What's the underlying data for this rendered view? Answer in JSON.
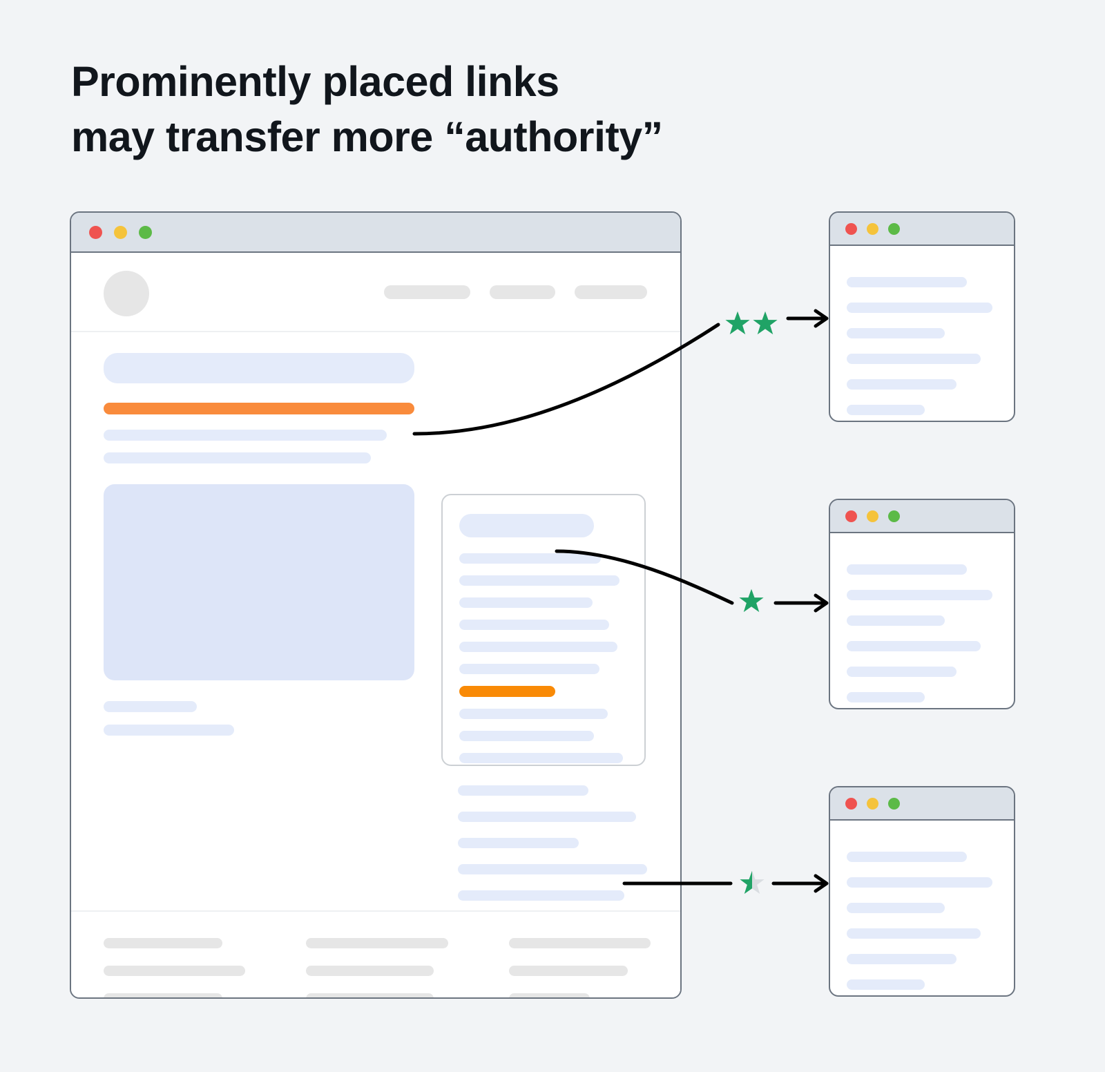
{
  "headline": "Prominently placed links\nmay transfer more “authority”",
  "colors": {
    "page_background": "#f2f4f6",
    "window_border": "#6b7480",
    "titlebar": "#dbe1e8",
    "dot_red": "#ef5350",
    "dot_yellow": "#f5c33b",
    "dot_green": "#5cba47",
    "skeleton_blue": "#e4ebfa",
    "skeleton_blue_deep": "#dde5f8",
    "skeleton_gray": "#e6e6e6",
    "link_orange_light": "#f98b3c",
    "link_orange_deep": "#f98a06",
    "star_green": "#20a366",
    "star_empty": "#d9dde1",
    "connector": "#000000"
  },
  "main_window": {
    "traffic_lights": [
      "close-dot",
      "minimize-dot",
      "maximize-dot"
    ],
    "nav": {
      "logo": "logo-placeholder",
      "pill_widths": [
        125,
        95,
        105
      ]
    },
    "article": {
      "title_placeholder": "article-title-placeholder",
      "link_placeholder": "prominent-link-placeholder",
      "body_line_widths": [
        "91%",
        "86%"
      ],
      "image_placeholder": "article-image-placeholder",
      "caption_line_widths": [
        "30%",
        "42%"
      ]
    },
    "sidebar_card": {
      "title_width": "80%",
      "lines": [
        {
          "width": "84%",
          "type": "text"
        },
        {
          "width": "95%",
          "type": "text"
        },
        {
          "width": "79%",
          "type": "text"
        },
        {
          "width": "89%",
          "type": "text"
        },
        {
          "width": "94%",
          "type": "text"
        },
        {
          "width": "83%",
          "type": "text"
        },
        {
          "width": "57%",
          "type": "link"
        },
        {
          "width": "88%",
          "type": "text"
        },
        {
          "width": "80%",
          "type": "text"
        },
        {
          "width": "97%",
          "type": "text"
        }
      ]
    },
    "sidebar_lines_below": [
      "69%",
      "94%",
      "64%",
      "100%",
      "88%"
    ],
    "footer": {
      "columns": [
        {
          "line_widths": [
            "84%",
            "100%",
            "84%",
            "99%",
            "63%"
          ],
          "link_index": null
        },
        {
          "line_widths": [
            "100%",
            "90%",
            "90%",
            "80%",
            "88%"
          ],
          "link_index": null
        },
        {
          "line_widths": [
            "100%",
            "84%",
            "57%",
            "88%",
            "80%"
          ],
          "link_index": 3
        }
      ]
    },
    "bottom_bar": {
      "pill": "bottom-pill-placeholder",
      "line_widths": [
        503,
        268
      ]
    }
  },
  "targets": [
    {
      "id": "target-window-1",
      "rating_label": "two-stars",
      "stars": [
        {
          "fill": "full"
        },
        {
          "fill": "full"
        }
      ],
      "lines": [
        "80%",
        "97%",
        "65%",
        "89%",
        "73%",
        "52%"
      ]
    },
    {
      "id": "target-window-2",
      "rating_label": "one-star",
      "stars": [
        {
          "fill": "full"
        }
      ],
      "lines": [
        "80%",
        "97%",
        "65%",
        "89%",
        "73%",
        "52%"
      ]
    },
    {
      "id": "target-window-3",
      "rating_label": "half-star",
      "stars": [
        {
          "fill": "half"
        }
      ],
      "lines": [
        "80%",
        "97%",
        "65%",
        "89%",
        "73%",
        "52%"
      ]
    }
  ],
  "connectors": [
    {
      "name": "link-to-target-1",
      "from": "article-prominent-link",
      "to": "two-stars"
    },
    {
      "name": "link-to-target-2",
      "from": "sidebar-card-link",
      "to": "one-star"
    },
    {
      "name": "link-to-target-3",
      "from": "footer-link",
      "to": "half-star"
    }
  ]
}
